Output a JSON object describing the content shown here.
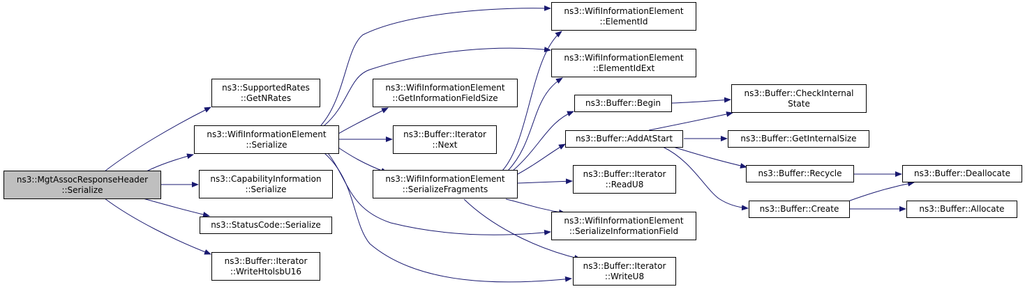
{
  "colors": {
    "edge": "#191970",
    "root_fill": "#bfbfbf",
    "node_fill": "#ffffff",
    "border": "#000000"
  },
  "nodes": {
    "mgt_serialize": {
      "line1": "ns3::MgtAssocResponseHeader",
      "line2": "::Serialize"
    },
    "rates_getn": {
      "line1": "ns3::SupportedRates",
      "line2": "::GetNRates"
    },
    "wie_serialize": {
      "line1": "ns3::WifiInformationElement",
      "line2": "::Serialize"
    },
    "cap_serialize": {
      "line1": "ns3::CapabilityInformation",
      "line2": "::Serialize"
    },
    "status_serialize": {
      "line1": "ns3::StatusCode::Serialize"
    },
    "iter_writehtolsb": {
      "line1": "ns3::Buffer::Iterator",
      "line2": "::WriteHtolsbU16"
    },
    "wie_elementid": {
      "line1": "ns3::WifiInformationElement",
      "line2": "::ElementId"
    },
    "wie_elementidext": {
      "line1": "ns3::WifiInformationElement",
      "line2": "::ElementIdExt"
    },
    "wie_getinfosize": {
      "line1": "ns3::WifiInformationElement",
      "line2": "::GetInformationFieldSize"
    },
    "iter_next": {
      "line1": "ns3::Buffer::Iterator",
      "line2": "::Next"
    },
    "wie_serfrag": {
      "line1": "ns3::WifiInformationElement",
      "line2": "::SerializeFragments"
    },
    "buf_begin": {
      "line1": "ns3::Buffer::Begin"
    },
    "buf_addatstart": {
      "line1": "ns3::Buffer::AddAtStart"
    },
    "iter_readu8": {
      "line1": "ns3::Buffer::Iterator",
      "line2": "::ReadU8"
    },
    "wie_serinfofield": {
      "line1": "ns3::WifiInformationElement",
      "line2": "::SerializeInformationField"
    },
    "iter_writeu8": {
      "line1": "ns3::Buffer::Iterator",
      "line2": "::WriteU8"
    },
    "buf_checkinternal": {
      "line1": "ns3::Buffer::CheckInternal",
      "line2": "State"
    },
    "buf_getinternalsize": {
      "line1": "ns3::Buffer::GetInternalSize"
    },
    "buf_recycle": {
      "line1": "ns3::Buffer::Recycle"
    },
    "buf_create": {
      "line1": "ns3::Buffer::Create"
    },
    "buf_deallocate": {
      "line1": "ns3::Buffer::Deallocate"
    },
    "buf_allocate": {
      "line1": "ns3::Buffer::Allocate"
    }
  },
  "edges": [
    [
      "mgt_serialize",
      "rates_getn"
    ],
    [
      "mgt_serialize",
      "wie_serialize"
    ],
    [
      "mgt_serialize",
      "cap_serialize"
    ],
    [
      "mgt_serialize",
      "status_serialize"
    ],
    [
      "mgt_serialize",
      "iter_writehtolsb"
    ],
    [
      "wie_serialize",
      "wie_elementid"
    ],
    [
      "wie_serialize",
      "wie_elementidext"
    ],
    [
      "wie_serialize",
      "wie_getinfosize"
    ],
    [
      "wie_serialize",
      "iter_next"
    ],
    [
      "wie_serialize",
      "wie_serfrag"
    ],
    [
      "wie_serialize",
      "wie_serinfofield"
    ],
    [
      "wie_serialize",
      "iter_writeu8"
    ],
    [
      "wie_serfrag",
      "wie_elementid"
    ],
    [
      "wie_serfrag",
      "wie_elementidext"
    ],
    [
      "wie_serfrag",
      "buf_begin"
    ],
    [
      "wie_serfrag",
      "buf_addatstart"
    ],
    [
      "wie_serfrag",
      "iter_readu8"
    ],
    [
      "wie_serfrag",
      "wie_serinfofield"
    ],
    [
      "wie_serfrag",
      "iter_writeu8"
    ],
    [
      "buf_begin",
      "buf_checkinternal"
    ],
    [
      "buf_addatstart",
      "buf_checkinternal"
    ],
    [
      "buf_addatstart",
      "buf_getinternalsize"
    ],
    [
      "buf_addatstart",
      "buf_recycle"
    ],
    [
      "buf_addatstart",
      "buf_create"
    ],
    [
      "buf_recycle",
      "buf_deallocate"
    ],
    [
      "buf_create",
      "buf_deallocate"
    ],
    [
      "buf_create",
      "buf_allocate"
    ]
  ]
}
